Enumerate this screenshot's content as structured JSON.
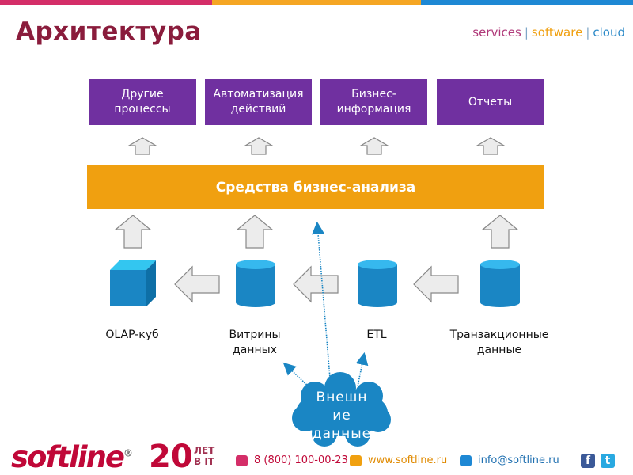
{
  "header": {
    "title": "Архитектура",
    "tagline": {
      "services": "services",
      "software": "software",
      "cloud": "cloud"
    },
    "colors": {
      "services": "#b03a7a",
      "software": "#f0a010",
      "cloud": "#2c8ac8"
    }
  },
  "top_stripe_colors": [
    "#d42e68",
    "#f5a623",
    "#1e88d4"
  ],
  "processes": [
    {
      "label": "Другие процессы"
    },
    {
      "label": "Автоматизация действий"
    },
    {
      "label": "Бизнес-информация"
    },
    {
      "label": "Отчеты"
    }
  ],
  "bi_bar": {
    "label": "Средства бизнес-анализа",
    "color": "#f0a010"
  },
  "components": [
    {
      "label": "OLAP-куб",
      "shape": "cube"
    },
    {
      "label": "Витрины данных",
      "shape": "cylinder"
    },
    {
      "label": "ETL",
      "shape": "cylinder"
    },
    {
      "label": "Транзакционные данные",
      "shape": "cylinder"
    }
  ],
  "external": {
    "label_line1": "Внешн",
    "label_line2": "ие",
    "label_line3": "данные",
    "color": "#1a86c4"
  },
  "footer": {
    "logo": "softline",
    "logo_mark": "®",
    "years_num": "20",
    "years_line1": "ЛЕТ",
    "years_line2": "В IT",
    "phone": "8 (800) 100-00-23",
    "website": "www.softline.ru",
    "email": "info@softline.ru",
    "social": [
      "facebook-icon",
      "twitter-icon"
    ]
  },
  "colors": {
    "title": "#8a1c3c",
    "purple": "#7030a0",
    "blue_shape": "#1a86c4"
  }
}
